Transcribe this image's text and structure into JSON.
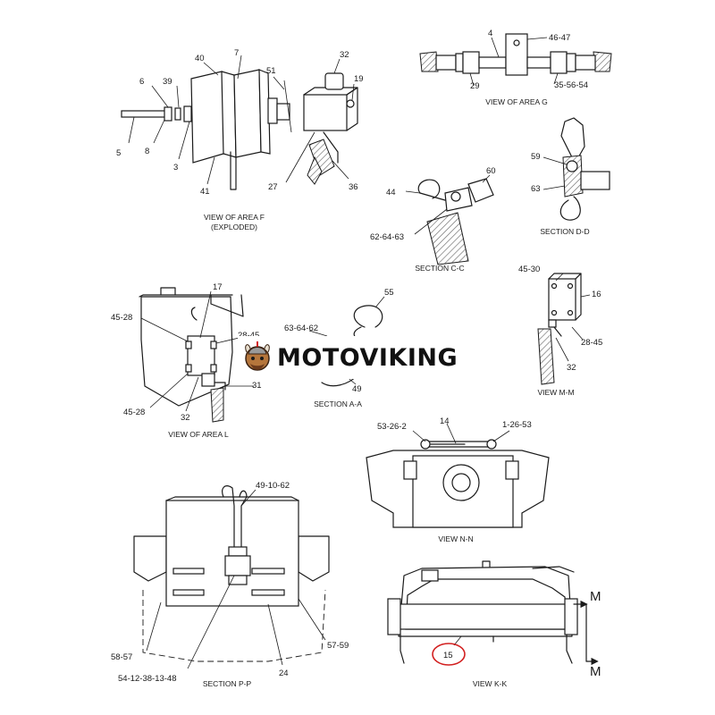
{
  "callouts": {
    "c7": "7",
    "c40": "40",
    "c6": "6",
    "c39": "39",
    "c5": "5",
    "c8": "8",
    "c3": "3",
    "c41": "41",
    "c51": "51",
    "c32a": "32",
    "c19": "19",
    "c27": "27",
    "c36": "36",
    "c4": "4",
    "c46_47": "46-47",
    "c29": "29",
    "c35_56_54": "35-56-54",
    "c59": "59",
    "c63a": "63",
    "c60": "60",
    "c44": "44",
    "c62_64_63": "62-64-63",
    "c17": "17",
    "c45_28a": "45-28",
    "c28_45a": "28-45",
    "c31": "31",
    "c45_28b": "45-28",
    "c32b": "32",
    "c55": "55",
    "c63_64_62": "63-64-62",
    "c49": "49",
    "c45_30": "45-30",
    "c16": "16",
    "c28_45b": "28-45",
    "c32c": "32",
    "c53_26_2": "53-26-2",
    "c14": "14",
    "c1_26_53": "1-26-53",
    "c49_10_62": "49-10-62",
    "c58_57": "58-57",
    "c54_12_38_13_48": "54-12-38-13-48",
    "c24": "24",
    "c57_59": "57-59",
    "c15": "15"
  },
  "captions": {
    "view_area_f_1": "VIEW OF AREA F",
    "view_area_f_2": "(EXPLODED)",
    "view_area_g": "VIEW OF AREA G",
    "section_dd": "SECTION D-D",
    "section_cc": "SECTION C-C",
    "view_area_l": "VIEW OF AREA L",
    "section_aa": "SECTION A-A",
    "view_mm": "VIEW M-M",
    "view_nn": "VIEW N-N",
    "section_pp": "SECTION P-P",
    "view_kk": "VIEW K-K"
  },
  "section_marks": {
    "m_top": "M",
    "m_bottom": "M"
  },
  "highlight": {
    "part": "15",
    "color": "#d21f1f"
  },
  "watermark": {
    "text": "MOTOVIKING",
    "icon": "viking-mascot-icon"
  }
}
